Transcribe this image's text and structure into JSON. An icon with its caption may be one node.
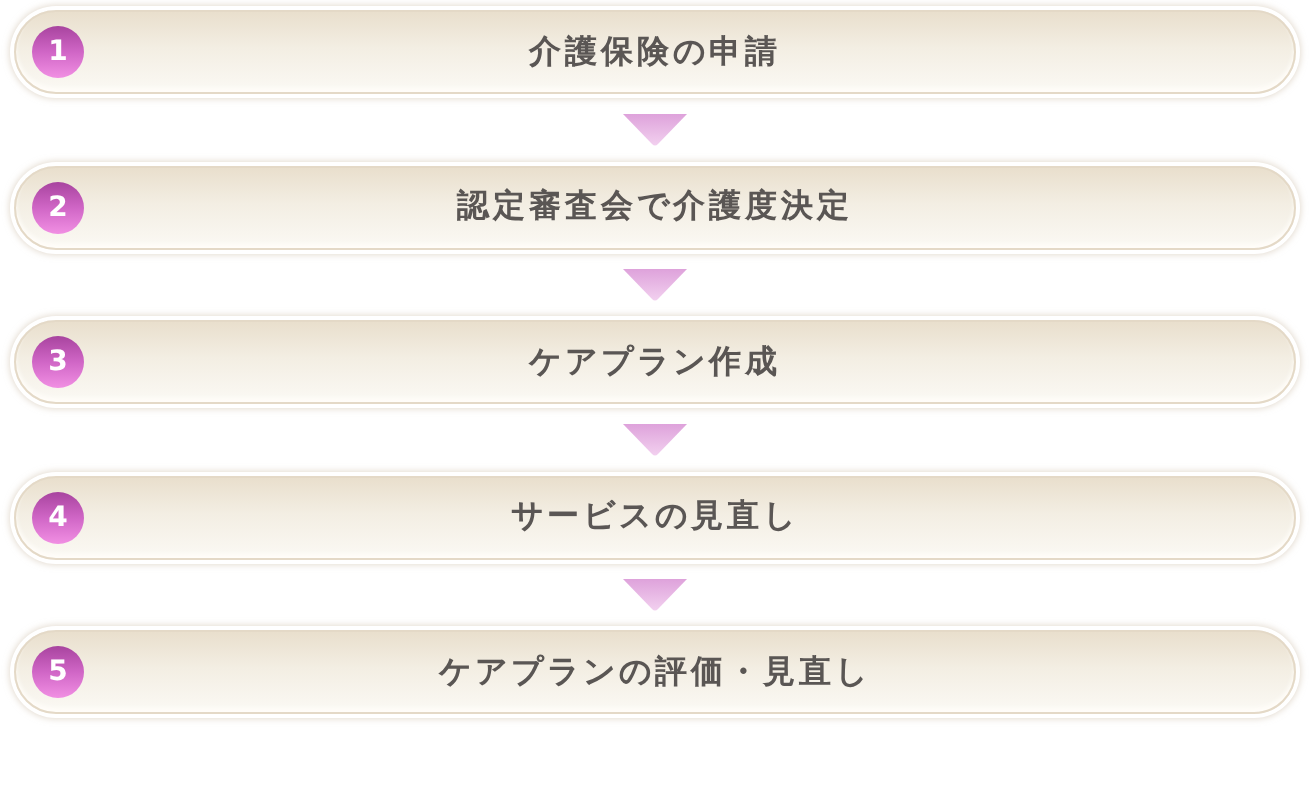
{
  "diagram": {
    "nodes": [
      {
        "text": [
          "1",
          "介護保険の申請"
        ]
      },
      {
        "text": [
          "2",
          "認定審査会で介護度決定"
        ]
      },
      {
        "text": [
          "3",
          "ケアプラン作成"
        ]
      },
      {
        "text": [
          "4",
          "サービスの見直し"
        ]
      },
      {
        "text": [
          "5",
          "ケアプランの評価・見直し"
        ]
      }
    ],
    "edges": [
      {
        "from": 0,
        "to": 1,
        "arrow": "to"
      },
      {
        "from": 1,
        "to": 2,
        "arrow": "to"
      },
      {
        "from": 2,
        "to": 3,
        "arrow": "to"
      },
      {
        "from": 3,
        "to": 4,
        "arrow": "to"
      }
    ]
  }
}
